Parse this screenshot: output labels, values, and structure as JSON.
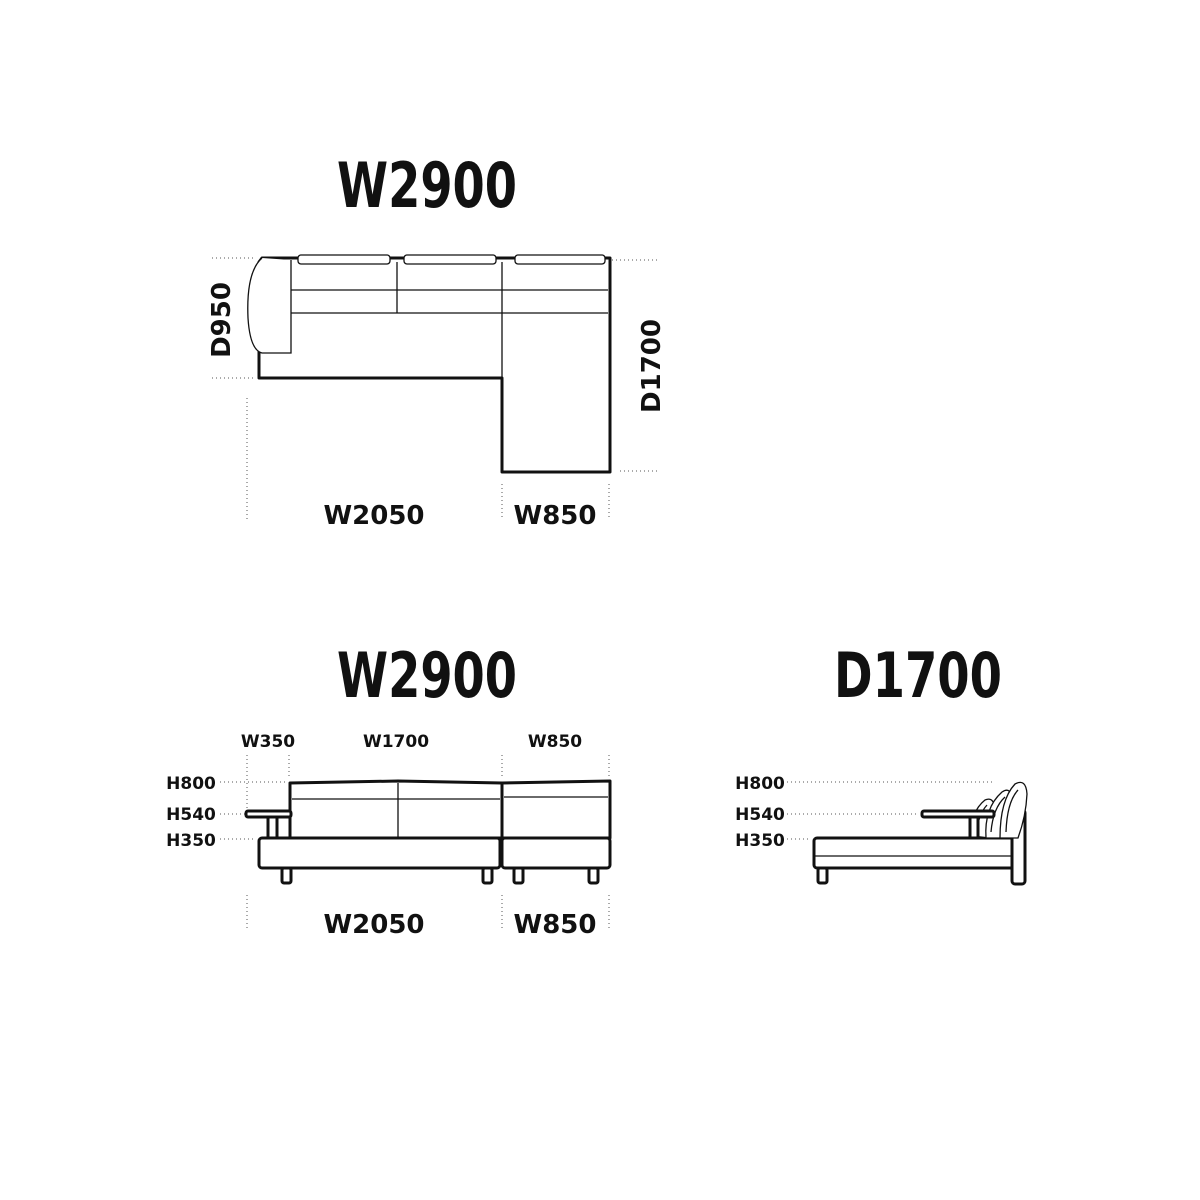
{
  "plan": {
    "title": "W2900",
    "depth_left": "D950",
    "depth_right": "D1700",
    "width_left": "W2050",
    "width_right": "W850"
  },
  "front": {
    "title": "W2900",
    "arm_width": "W350",
    "mid_width": "W1700",
    "right_width": "W850",
    "h_back": "H800",
    "h_arm": "H540",
    "h_seat": "H350",
    "width_left": "W2050",
    "width_right": "W850"
  },
  "side": {
    "title": "D1700",
    "h_back": "H800",
    "h_arm": "H540",
    "h_seat": "H350"
  }
}
